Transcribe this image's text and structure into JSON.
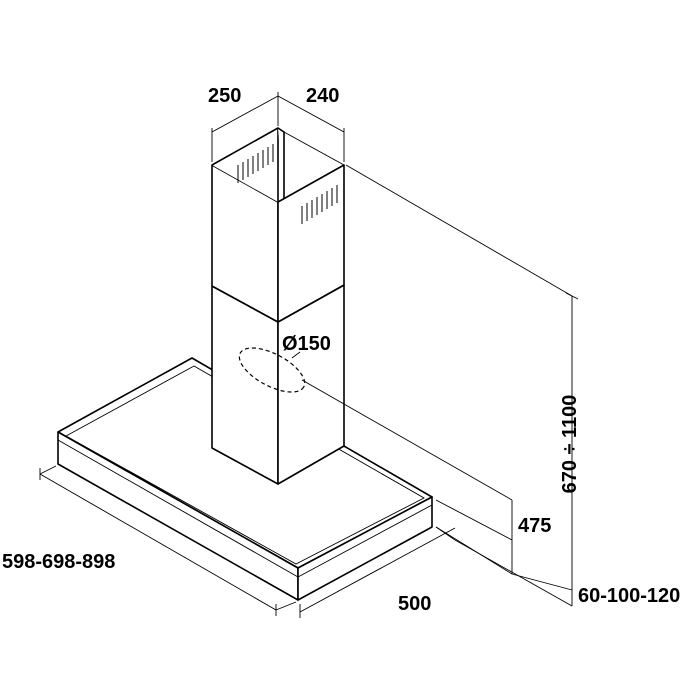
{
  "dimensions": {
    "chimney_depth": "250",
    "chimney_width": "240",
    "duct_diameter": "Ø150",
    "total_height_range": "670 ÷ 1100",
    "canopy_height": "475",
    "canopy_depth": "500",
    "canopy_width_options": "598-698-898",
    "canopy_thickness_options": "60-100-120"
  },
  "colors": {
    "line": "#000000",
    "background": "#ffffff"
  }
}
